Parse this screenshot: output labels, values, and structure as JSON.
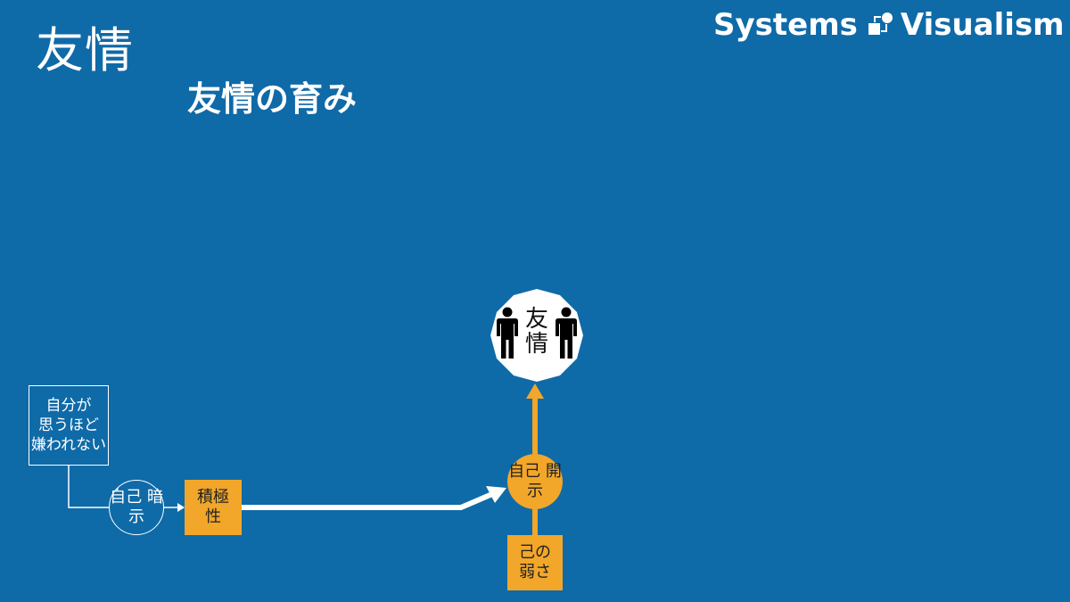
{
  "title": "友情",
  "subtitle": "友情の育み",
  "brand": {
    "left": "Systems",
    "right": "Visualism"
  },
  "colors": {
    "background": "#0f6aa8",
    "accent": "#f2a72a",
    "line": "#ffffff"
  },
  "nodes": {
    "self_belief": {
      "line1": "自分が",
      "line2": "思うほど",
      "line3": "嫌われない"
    },
    "jiko_anji": {
      "line1": "自己",
      "line2": "暗示"
    },
    "sekkyokusei": {
      "line1": "積極",
      "line2": "性"
    },
    "jiko_kaiji": {
      "line1": "自己",
      "line2": "開示"
    },
    "onore_no_yowasa": {
      "line1": "己の",
      "line2": "弱さ"
    },
    "yujo": {
      "line1": "友",
      "line2": "情"
    }
  }
}
